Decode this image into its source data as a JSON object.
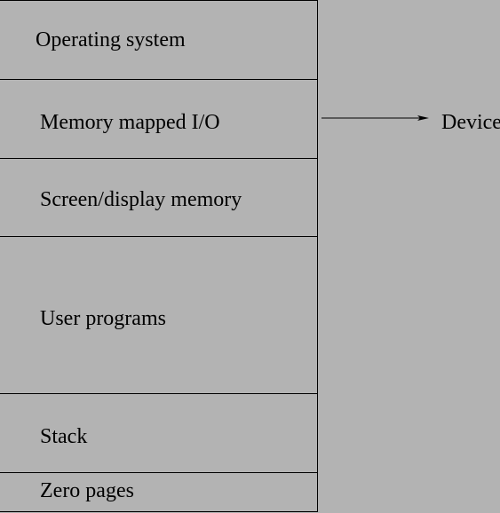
{
  "segments": [
    {
      "label": "Operating system"
    },
    {
      "label": "Memory mapped I/O"
    },
    {
      "label": "Screen/display memory"
    },
    {
      "label": "User programs"
    },
    {
      "label": "Stack"
    },
    {
      "label": "Zero pages"
    }
  ],
  "device_label": "Devices",
  "colors": {
    "background": "#b3b3b3",
    "lines": "#000000"
  }
}
